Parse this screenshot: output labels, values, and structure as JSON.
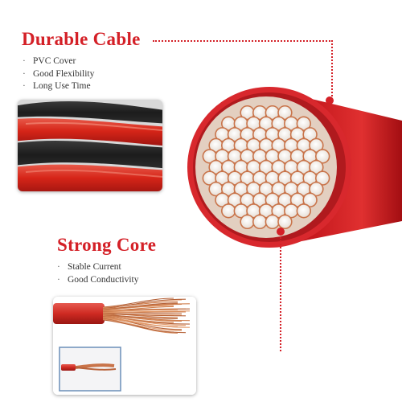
{
  "durable": {
    "title": "Durable Cable",
    "features": [
      "PVC Cover",
      "Good Flexibility",
      "Long Use Time"
    ]
  },
  "core": {
    "title": "Strong Core",
    "features": [
      "Stable Current",
      "Good Conductivity"
    ]
  },
  "bullet_glyph": "·",
  "colors": {
    "accent_red": "#d42027",
    "cable_black": "#2a2a2a",
    "copper": "#c9744a",
    "strand_tip": "#f2ede6"
  }
}
